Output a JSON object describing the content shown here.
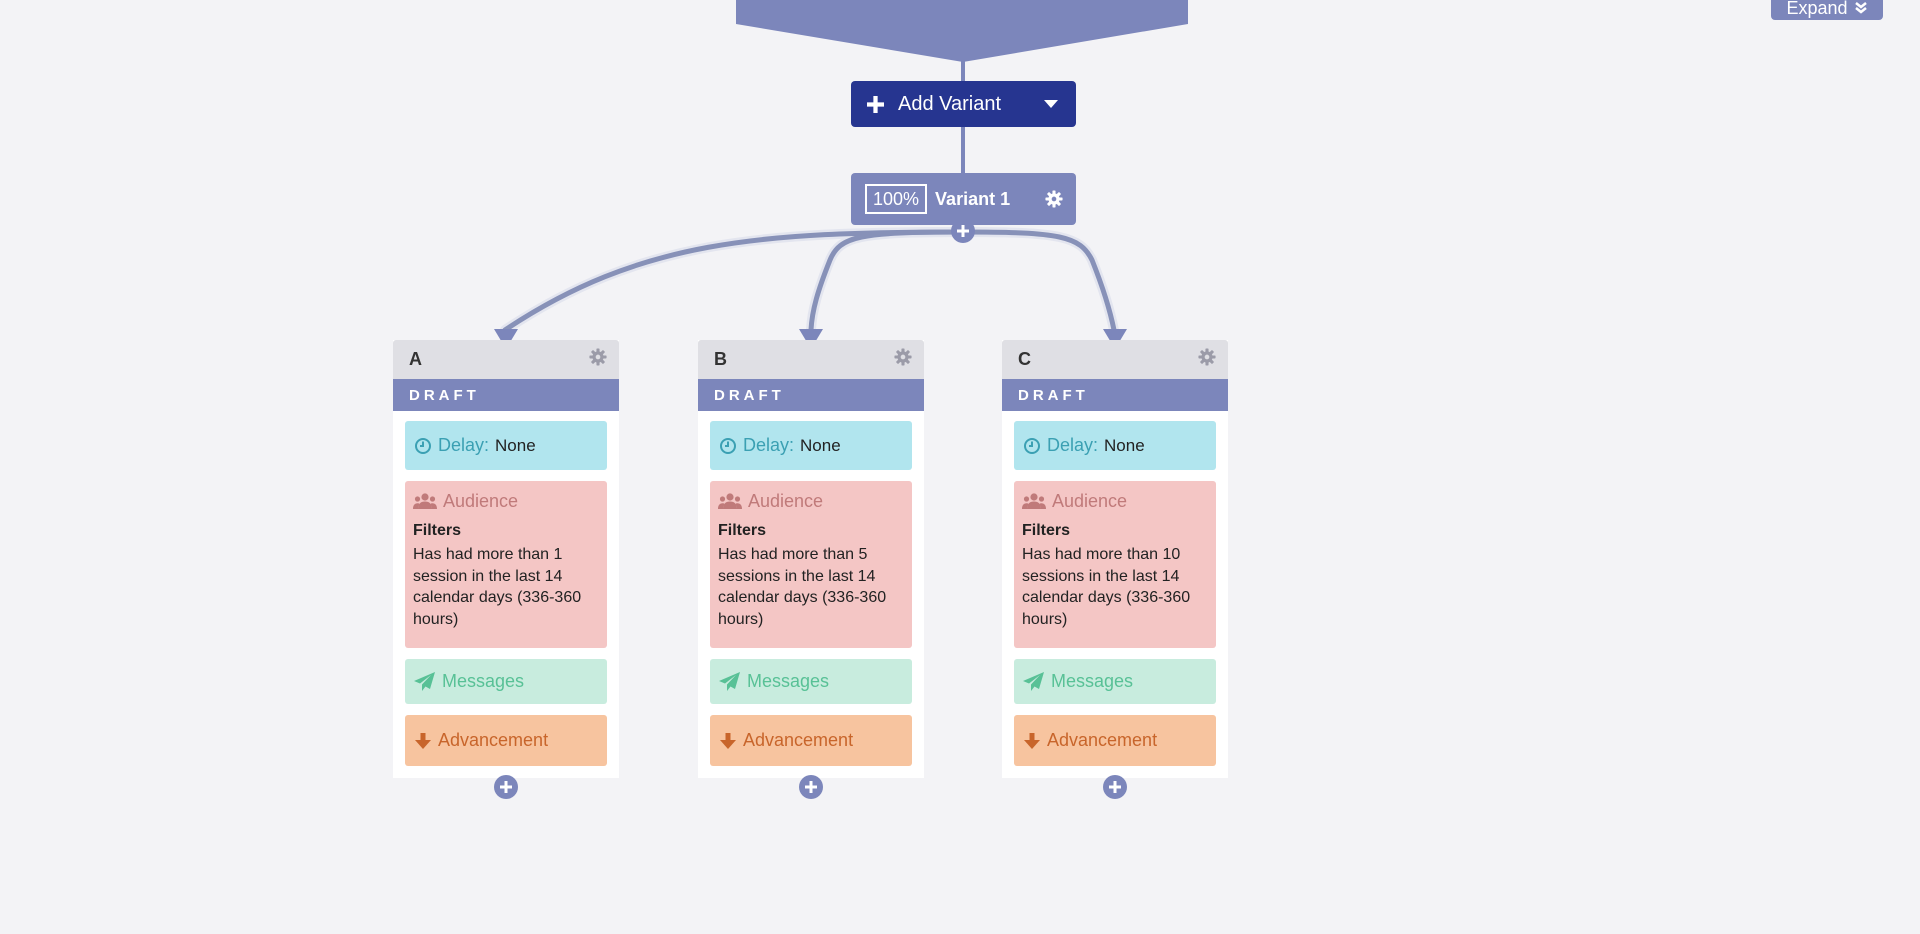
{
  "toolbar": {
    "expand_label": "Expand"
  },
  "add_variant": {
    "label": "Add Variant"
  },
  "variant": {
    "percent": "100%",
    "name": "Variant 1"
  },
  "colors": {
    "node_fill": "#7c86bb",
    "add_variant_fill": "#263590",
    "delay_fill": "#b1e5ee",
    "audience_fill": "#f4c6c5",
    "messages_fill": "#c8ecde",
    "advancement_fill": "#f7c49f"
  },
  "steps": [
    {
      "title": "A",
      "status": "DRAFT",
      "delay_label": "Delay:",
      "delay_value": "None",
      "audience_label": "Audience",
      "filters_title": "Filters",
      "filter_text": "Has had more than 1 session in the last 14 calendar days (336-360 hours)",
      "messages_label": "Messages",
      "advancement_label": "Advancement"
    },
    {
      "title": "B",
      "status": "DRAFT",
      "delay_label": "Delay:",
      "delay_value": "None",
      "audience_label": "Audience",
      "filters_title": "Filters",
      "filter_text": "Has had more than 5 sessions in the last 14 calendar days (336-360 hours)",
      "messages_label": "Messages",
      "advancement_label": "Advancement"
    },
    {
      "title": "C",
      "status": "DRAFT",
      "delay_label": "Delay:",
      "delay_value": "None",
      "audience_label": "Audience",
      "filters_title": "Filters",
      "filter_text": "Has had more than 10 sessions in the last 14 calendar days (336-360 hours)",
      "messages_label": "Messages",
      "advancement_label": "Advancement"
    }
  ]
}
